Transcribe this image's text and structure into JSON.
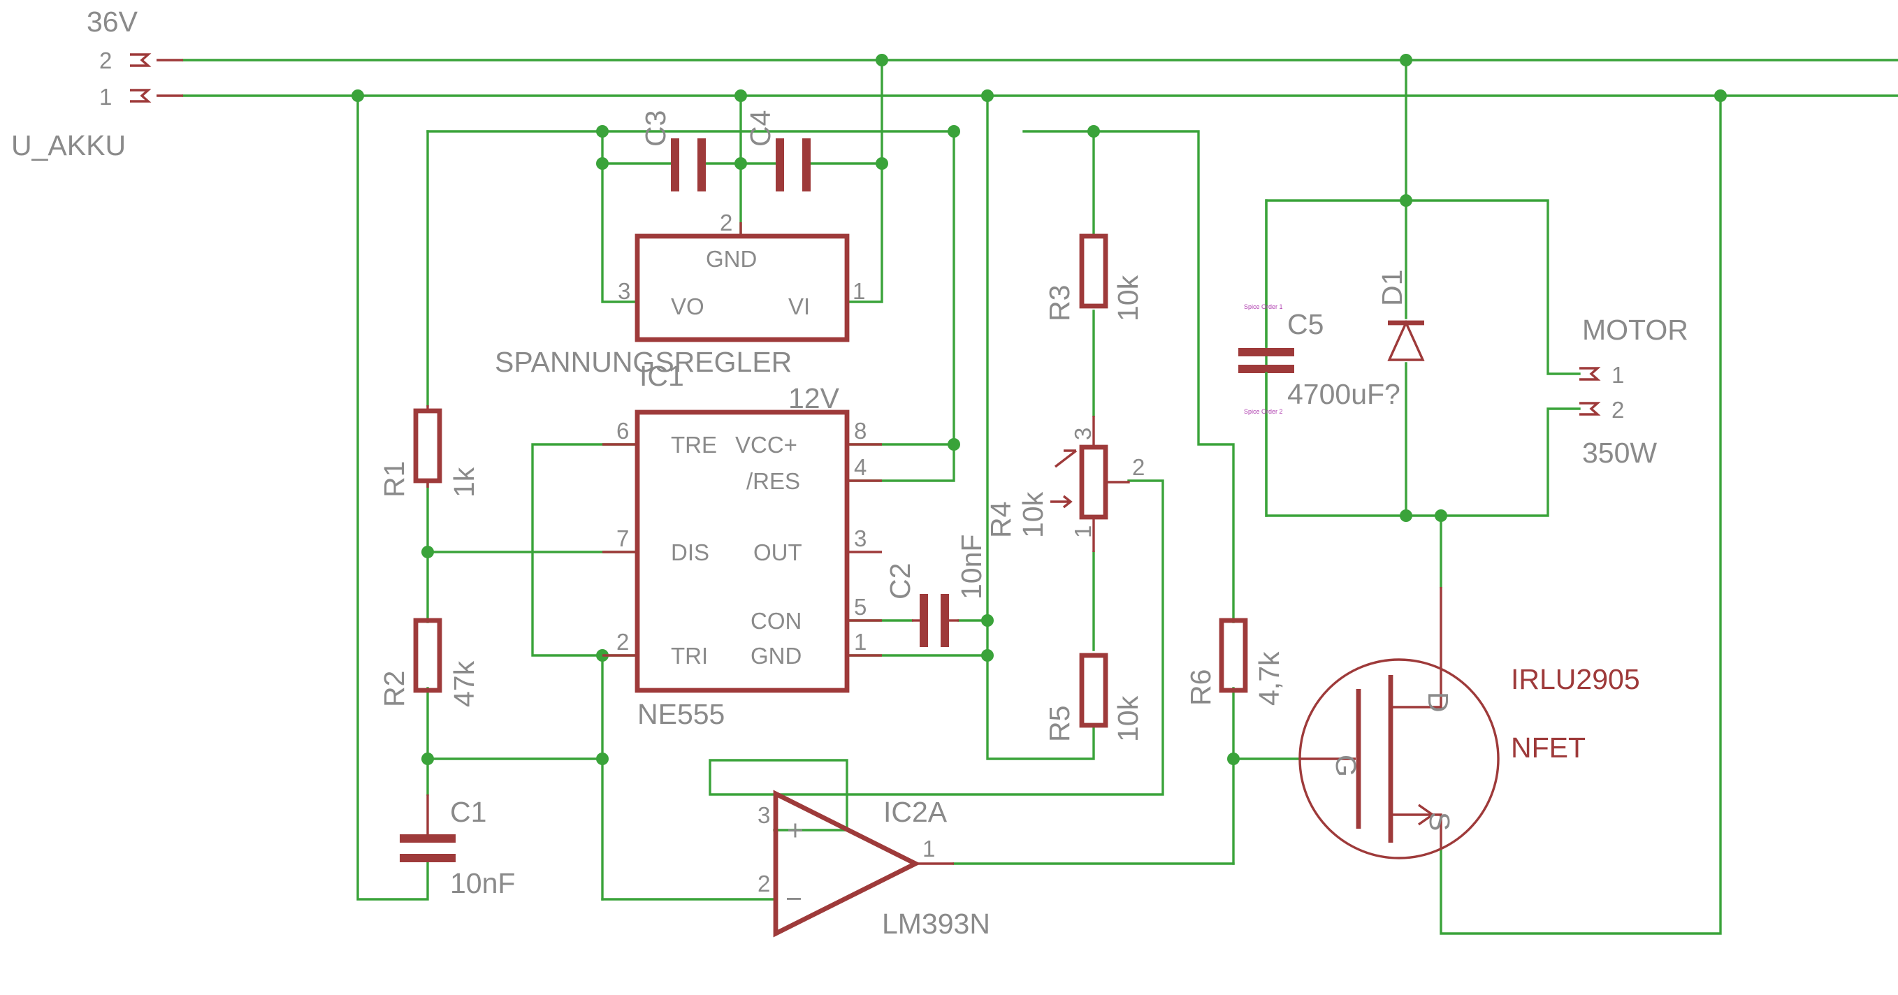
{
  "supply": {
    "voltage": "36V",
    "name": "U_AKKU",
    "pin2": "2",
    "pin1": "1"
  },
  "regulator": {
    "name": "SPANNUNGSREGLER",
    "gnd": "GND",
    "vo": "VO",
    "vi": "VI",
    "pin1": "1",
    "pin2": "2",
    "pin3": "3",
    "output_label": "12V"
  },
  "c3": {
    "name": "C3"
  },
  "c4": {
    "name": "C4"
  },
  "ic1": {
    "name": "IC1",
    "part": "NE555",
    "tre": "TRE",
    "vcc": "VCC+",
    "res": "/RES",
    "dis": "DIS",
    "out": "OUT",
    "con": "CON",
    "tri": "TRI",
    "gnd": "GND",
    "p6": "6",
    "p8": "8",
    "p4": "4",
    "p7": "7",
    "p3": "3",
    "p5": "5",
    "p2": "2",
    "p1": "1"
  },
  "r1": {
    "name": "R1",
    "value": "1k"
  },
  "r2": {
    "name": "R2",
    "value": "47k"
  },
  "c1": {
    "name": "C1",
    "value": "10nF"
  },
  "c2": {
    "name": "C2",
    "value": "10nF"
  },
  "r3": {
    "name": "R3",
    "value": "10k"
  },
  "r4": {
    "name": "R4",
    "value": "10k",
    "p1": "1",
    "p2": "2",
    "p3": "3"
  },
  "r5": {
    "name": "R5",
    "value": "10k"
  },
  "r6": {
    "name": "R6",
    "value": "4,7k"
  },
  "c5": {
    "name": "C5",
    "value": "4700uF?",
    "spice1": "Spice Order 1",
    "spice2": "Spice Order 2"
  },
  "d1": {
    "name": "D1"
  },
  "motor": {
    "name": "MOTOR",
    "power": "350W",
    "pin1": "1",
    "pin2": "2"
  },
  "ic2": {
    "name": "IC2A",
    "part": "LM393N",
    "p3": "3",
    "p2": "2",
    "p1": "1",
    "plus": "+",
    "minus": "−"
  },
  "fet": {
    "part": "IRLU2905",
    "type": "NFET",
    "g": "G",
    "d": "D",
    "s": "S"
  },
  "colors": {
    "wire": "#3aa33a",
    "symbol": "#9e3a3a",
    "text": "#8a8a8a"
  }
}
